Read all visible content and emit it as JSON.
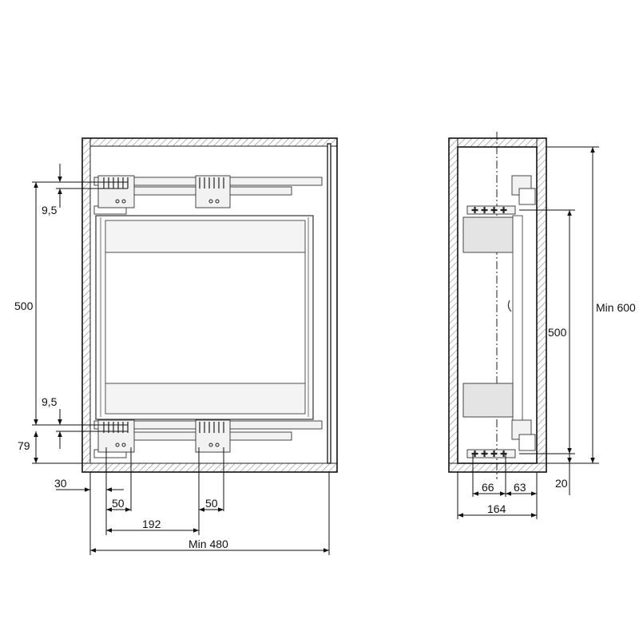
{
  "drawing": {
    "front_view": {
      "dimensions": {
        "offset_top": "9,5",
        "height_500": "500",
        "offset_bottom": "9,5",
        "bottom_79": "79",
        "left_30": "30",
        "width_50_left": "50",
        "spacing_192": "192",
        "width_50_right": "50",
        "min_width": "Min 480"
      }
    },
    "side_view": {
      "dimensions": {
        "height_500": "500",
        "min_height": "Min 600",
        "bottom_20": "20",
        "depth_66": "66",
        "depth_63": "63",
        "depth_164": "164"
      }
    }
  },
  "colors": {
    "line": "#111111",
    "hatch": "#888888",
    "part_fill": "#f2f2f2"
  }
}
